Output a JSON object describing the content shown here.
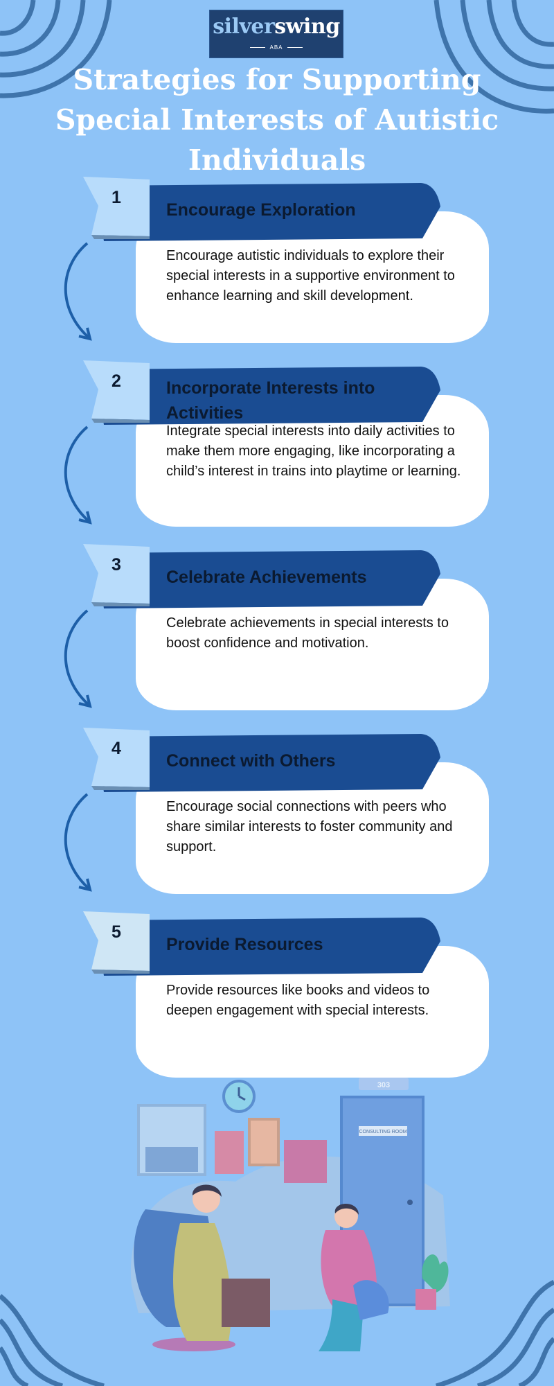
{
  "logo": {
    "brand_a": "silver",
    "brand_b": "swing",
    "sub": "ABA"
  },
  "title": "Strategies for Supporting Special Interests of Autistic Individuals",
  "steps": [
    {
      "number": "1",
      "heading": "Encourage Exploration",
      "text": "Encourage autistic individuals to explore their special interests in a supportive environment to enhance learning and skill development."
    },
    {
      "number": "2",
      "heading": "Incorporate Interests into Activities",
      "text": "Integrate special interests into daily activities to make them more engaging, like incorporating a child’s interest in trains into playtime or learning."
    },
    {
      "number": "3",
      "heading": "Celebrate Achievements",
      "text": "Celebrate achievements in special interests to boost confidence and motivation."
    },
    {
      "number": "4",
      "heading": "Connect with Others",
      "text": "Encourage social connections with peers who share similar interests to foster community and support."
    },
    {
      "number": "5",
      "heading": "Provide Resources",
      "text": "Provide resources like books and videos to deepen engagement with special interests."
    }
  ],
  "illustration": {
    "room_number": "303",
    "door_sign": "CONSULTING ROOM"
  },
  "colors": {
    "background": "#8ec3f7",
    "banner": "#1a4c92",
    "tag": "#b8dcfb",
    "card": "#ffffff",
    "title": "#ffffff"
  }
}
